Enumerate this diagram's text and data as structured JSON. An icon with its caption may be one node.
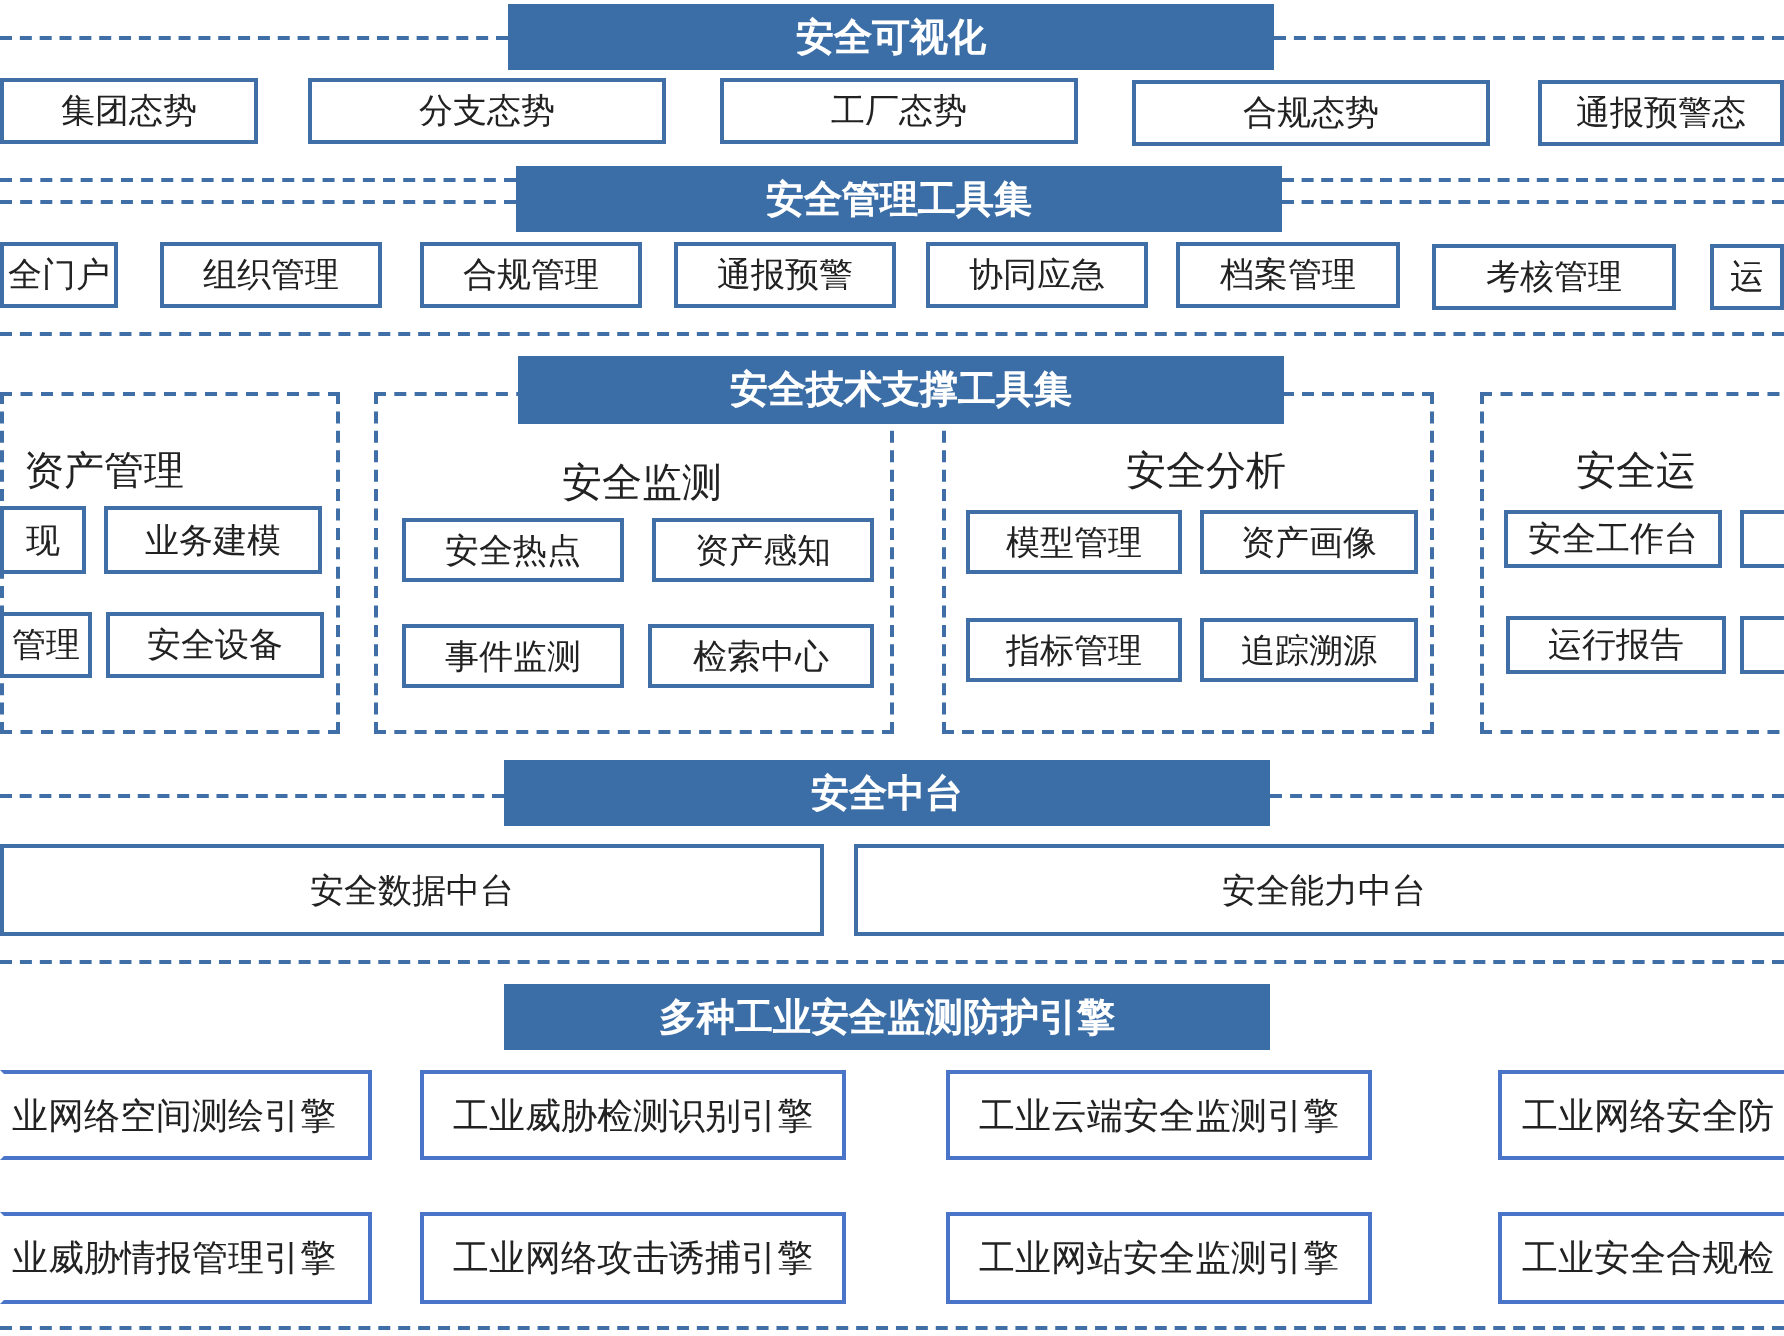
{
  "diagram": {
    "nodes": [
      {
        "text": [
          "安全可视化"
        ]
      },
      {
        "text": [
          "集团态势"
        ]
      },
      {
        "text": [
          "分支态势"
        ]
      },
      {
        "text": [
          "工厂态势"
        ]
      },
      {
        "text": [
          "合规态势"
        ]
      },
      {
        "text": [
          "通报预警态"
        ]
      },
      {
        "text": [
          "安全管理工具集"
        ]
      },
      {
        "text": [
          "全门户"
        ]
      },
      {
        "text": [
          "组织管理"
        ]
      },
      {
        "text": [
          "合规管理"
        ]
      },
      {
        "text": [
          "通报预警"
        ]
      },
      {
        "text": [
          "协同应急"
        ]
      },
      {
        "text": [
          "档案管理"
        ]
      },
      {
        "text": [
          "考核管理"
        ]
      },
      {
        "text": [
          "运"
        ]
      },
      {
        "text": [
          "安全技术支撑工具集"
        ]
      },
      {
        "text": [
          "资产管理"
        ]
      },
      {
        "text": [
          "现"
        ],
        "in": 16
      },
      {
        "text": [
          "业务建模"
        ],
        "in": 16
      },
      {
        "text": [
          "管理"
        ],
        "in": 16
      },
      {
        "text": [
          "安全设备"
        ],
        "in": 16
      },
      {
        "text": [
          "安全监测"
        ]
      },
      {
        "text": [
          "安全热点"
        ],
        "in": 21
      },
      {
        "text": [
          "资产感知"
        ],
        "in": 21
      },
      {
        "text": [
          "事件监测"
        ],
        "in": 21
      },
      {
        "text": [
          "检索中心"
        ],
        "in": 21
      },
      {
        "text": [
          "安全分析"
        ]
      },
      {
        "text": [
          "模型管理"
        ],
        "in": 26
      },
      {
        "text": [
          "资产画像"
        ],
        "in": 26
      },
      {
        "text": [
          "指标管理"
        ],
        "in": 26
      },
      {
        "text": [
          "追踪溯源"
        ],
        "in": 26
      },
      {
        "text": [
          "安全运"
        ]
      },
      {
        "text": [
          "安全工作台"
        ],
        "in": 31
      },
      {
        "text": [],
        "shape": "box",
        "in": 31
      },
      {
        "text": [
          "运行报告"
        ],
        "in": 31
      },
      {
        "text": [],
        "shape": "box",
        "in": 31
      },
      {
        "text": [
          "安全中台"
        ]
      },
      {
        "text": [
          "安全数据中台"
        ]
      },
      {
        "text": [
          "安全能力中台"
        ]
      },
      {
        "text": [
          "多种工业安全监测防护引擎"
        ]
      },
      {
        "text": [
          "业网络空间测绘引擎"
        ]
      },
      {
        "text": [
          "工业威胁检测识别引擎"
        ]
      },
      {
        "text": [
          "工业云端安全监测引擎"
        ]
      },
      {
        "text": [
          "工业网络安全防"
        ]
      },
      {
        "text": [
          "业威胁情报管理引擎"
        ]
      },
      {
        "text": [
          "工业网络攻击诱捕引擎"
        ]
      },
      {
        "text": [
          "工业网站安全监测引擎"
        ]
      },
      {
        "text": [
          "工业安全合规检"
        ]
      }
    ]
  }
}
